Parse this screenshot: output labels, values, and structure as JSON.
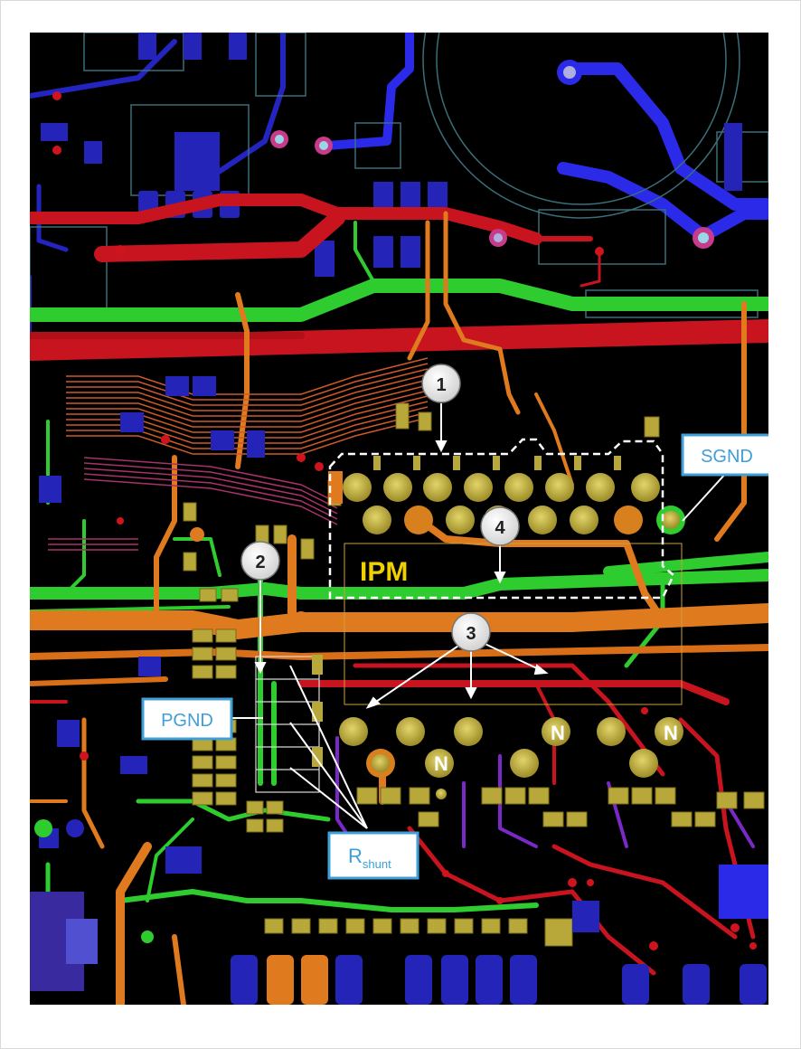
{
  "labels": {
    "ipm": "IPM",
    "sgnd": "SGND",
    "pgnd": "PGND",
    "rshunt_main": "R",
    "rshunt_sub": "shunt",
    "n_label": "N"
  },
  "callouts": [
    "1",
    "2",
    "3",
    "4"
  ],
  "colors": {
    "background": "#000000",
    "trace_red": "#c8141e",
    "trace_green": "#2ecc2e",
    "trace_orange": "#e07a1e",
    "trace_blue": "#2a2ae8",
    "pad_gold": "#b8a83a",
    "label_box_border": "#3f9fd6",
    "label_text": "#3f9fd6",
    "ipm_text": "#f0d000"
  }
}
